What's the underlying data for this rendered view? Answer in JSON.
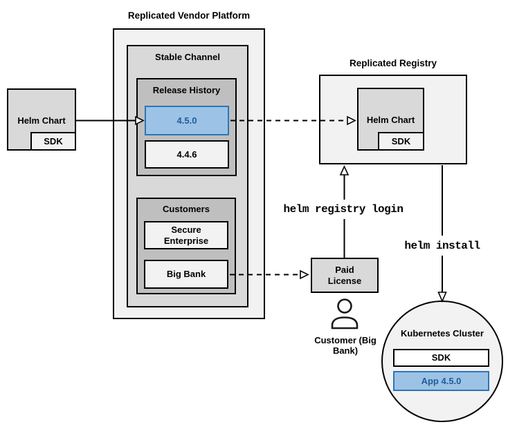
{
  "source_chart": {
    "label": "Helm Chart",
    "sdk_label": "SDK"
  },
  "vendor_platform": {
    "title": "Replicated Vendor Platform",
    "stable_channel": {
      "title": "Stable Channel",
      "release_history": {
        "title": "Release History",
        "releases": [
          "4.5.0",
          "4.4.6"
        ],
        "highlighted_release": "4.5.0"
      },
      "customers": {
        "title": "Customers",
        "items": [
          "Secure Enterprise",
          "Big Bank"
        ]
      }
    }
  },
  "registry": {
    "title": "Replicated Registry",
    "helm_chart_label": "Helm Chart",
    "sdk_label": "SDK"
  },
  "paid_license": {
    "label": "Paid License"
  },
  "customer": {
    "label": "Customer (Big Bank)"
  },
  "commands": {
    "registry_login": "helm registry login",
    "install": "helm install"
  },
  "cluster": {
    "title": "Kubernetes Cluster",
    "sdk_label": "SDK",
    "app_label": "App 4.5.0"
  },
  "colors": {
    "highlight-fill": "#9cc3e6",
    "highlight-border": "#2e75b6",
    "highlight-text": "#1f5c99",
    "gray-lightest": "#f2f2f2",
    "gray-mid": "#d9d9d9",
    "gray-dark": "#bfbfbf",
    "line": "#000000"
  }
}
